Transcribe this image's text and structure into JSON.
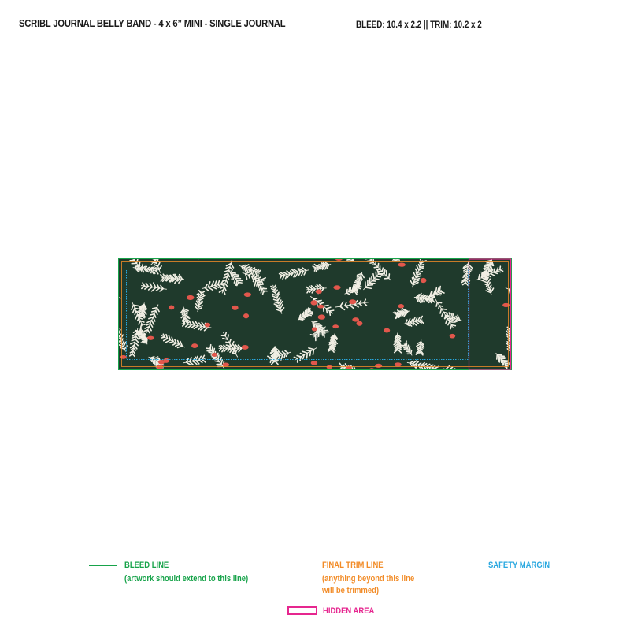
{
  "header": {
    "title": "SCRIBL JOURNAL BELLY BAND - 4 x 6” MINI - SINGLE JOURNAL",
    "specs": "BLEED: 10.4 x 2.2 || TRIM: 10.2 x 2"
  },
  "colors": {
    "bleed": "#17a34a",
    "trim": "#f28c28",
    "safety": "#29a8e0",
    "hidden": "#e6268f",
    "pattern_background": "#1f3a2c",
    "leaf": "#f1efe4",
    "berry": "#e2574c"
  },
  "legend": {
    "bleed": {
      "label": "BLEED LINE",
      "note": "(artwork should extend to this line)"
    },
    "trim": {
      "label": "FINAL TRIM LINE",
      "note_line1": "(anything beyond this line",
      "note_line2": "will be trimmed)"
    },
    "safety": {
      "label": "SAFETY MARGIN"
    },
    "hidden": {
      "label": "HIDDEN AREA"
    }
  },
  "artwork": {
    "pattern": "pine-branch-and-berry-pattern"
  }
}
